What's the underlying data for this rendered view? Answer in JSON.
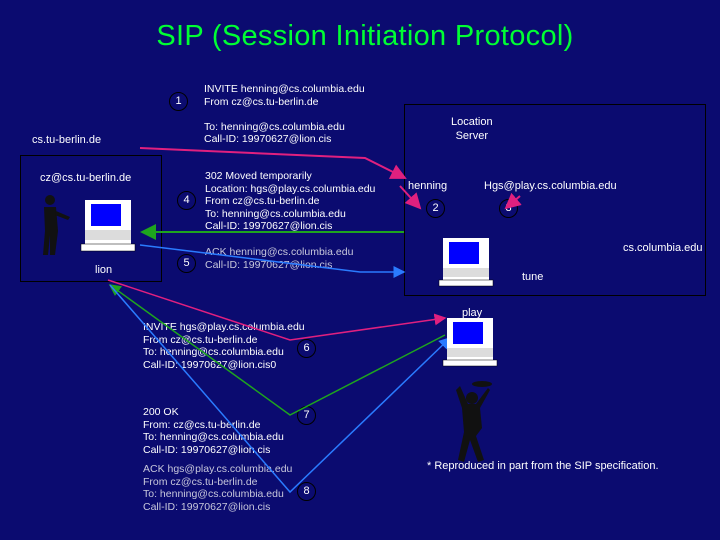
{
  "title": "SIP (Session Initiation Protocol)",
  "hosts": {
    "origin_domain": "cs.tu-berlin.de",
    "origin_user": "cz@cs.tu-berlin.de",
    "origin_host": "lion",
    "location_server": "Location\nServer",
    "target_domain": "cs.columbia.edu",
    "target_host": "tune",
    "play_host": "play",
    "henning_label": "henning",
    "hgs_label": "Hgs@play.cs.columbia.edu"
  },
  "steps": [
    {
      "num": "1",
      "text": "INVITE henning@cs.columbia.edu\nFrom cz@cs.tu-berlin.de\n\nTo: henning@cs.columbia.edu\nCall-ID: 19970627@lion.cis"
    },
    {
      "num": "2"
    },
    {
      "num": "3"
    },
    {
      "num": "4",
      "text": "302 Moved temporarily\nLocation: hgs@play.cs.columbia.edu\nFrom cz@cs.tu-berlin.de\nTo: henning@cs.columbia.edu\nCall-ID: 19970627@lion.cis"
    },
    {
      "num": "5",
      "text": "ACK henning@cs.columbia.edu\nCall-ID: 19970627@lion.cis"
    },
    {
      "num": "6",
      "text": "INVITE hgs@play.cs.columbia.edu\nFrom cz@cs.tu-berlin.de\nTo: henning@cs.columbia.edu\nCall-ID: 19970627@lion.cis0"
    },
    {
      "num": "7",
      "text": "200 OK\nFrom: cz@cs.tu-berlin.de\nTo: henning@cs.columbia.edu\nCall-ID: 19970627@lion.cis"
    },
    {
      "num": "8",
      "text": "ACK hgs@play.cs.columbia.edu\nFrom cz@cs.tu-berlin.de\nTo: henning@cs.columbia.edu\nCall-ID: 19970627@lion.cis"
    }
  ],
  "footnote": "* Reproduced in part from the SIP specification.",
  "colors": {
    "background": "#0b0b70",
    "title": "#00ff33",
    "arrow_pink": "#e0207f",
    "arrow_green": "#1ea51e",
    "arrow_blue": "#2a7bff",
    "computer_screen": "#0000ff"
  },
  "icons": [
    "computer-icon",
    "person-pointing-icon",
    "person-dancing-icon"
  ]
}
